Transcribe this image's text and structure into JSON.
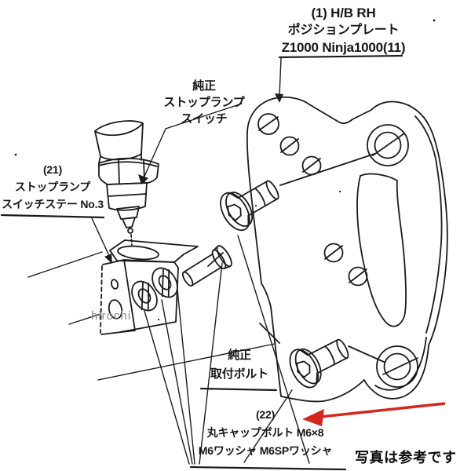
{
  "labels": {
    "part1": {
      "l1": "(1) H/B RH",
      "l2": "ポジションプレート",
      "l3": "Z1000 Ninja1000(11)"
    },
    "switch": {
      "l1": "純正",
      "l2": "ストップランプ",
      "l3": "スイッチ"
    },
    "part21": {
      "l1": "(21)",
      "l2": "ストップランプ",
      "l3": "スイッチステー No.3"
    },
    "mount_bolt": {
      "l1": "純正",
      "l2": "取付ボルト"
    },
    "part22": {
      "l1": "(22)",
      "l2": "丸キャップボルト M6×8",
      "l3": "M6ワッシャ M6SPワッシャ"
    },
    "watermark": "hirochi",
    "caption": "写真は参考です"
  },
  "colors": {
    "line": "#1b1b1b",
    "red_arrow": "#d2281e",
    "watermark": "#8b8b8b",
    "background": "#ffffff"
  }
}
